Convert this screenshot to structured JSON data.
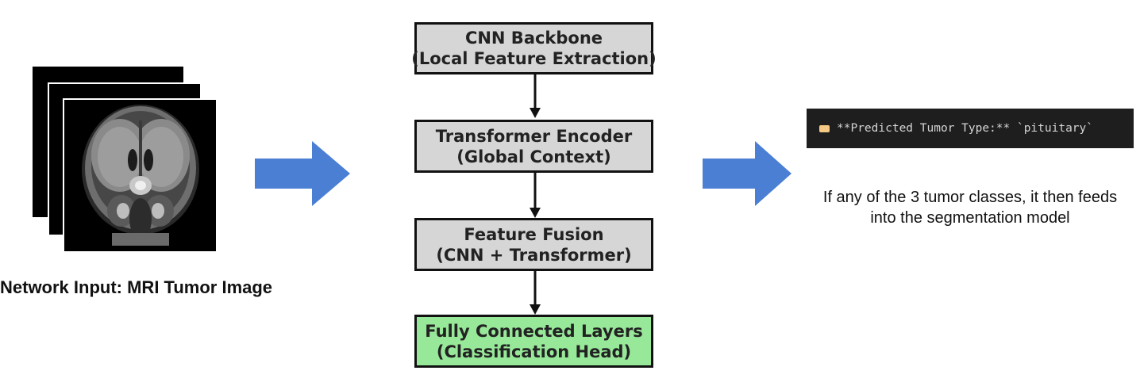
{
  "input": {
    "caption": "Network Input: MRI Tumor Image"
  },
  "flow": {
    "boxes": [
      {
        "line1": "CNN Backbone",
        "line2": "(Local Feature Extraction)"
      },
      {
        "line1": "Transformer Encoder",
        "line2": "(Global Context)"
      },
      {
        "line1": "Feature Fusion",
        "line2": "(CNN + Transformer)"
      },
      {
        "line1": "Fully Connected Layers",
        "line2": "(Classification Head)"
      }
    ]
  },
  "output": {
    "terminal_text": "**Predicted Tumor Type:** `pituitary`",
    "note": "If any of the 3 tumor classes, it then feeds into the segmentation model"
  },
  "colors": {
    "arrow_blue": "#4a7fd4",
    "box_gray": "#d6d6d6",
    "box_green": "#98e89a",
    "terminal_bg": "#1e1e1e",
    "tag_icon": "#f3c983"
  },
  "icons": {
    "terminal_icon": "label-tag-icon"
  }
}
